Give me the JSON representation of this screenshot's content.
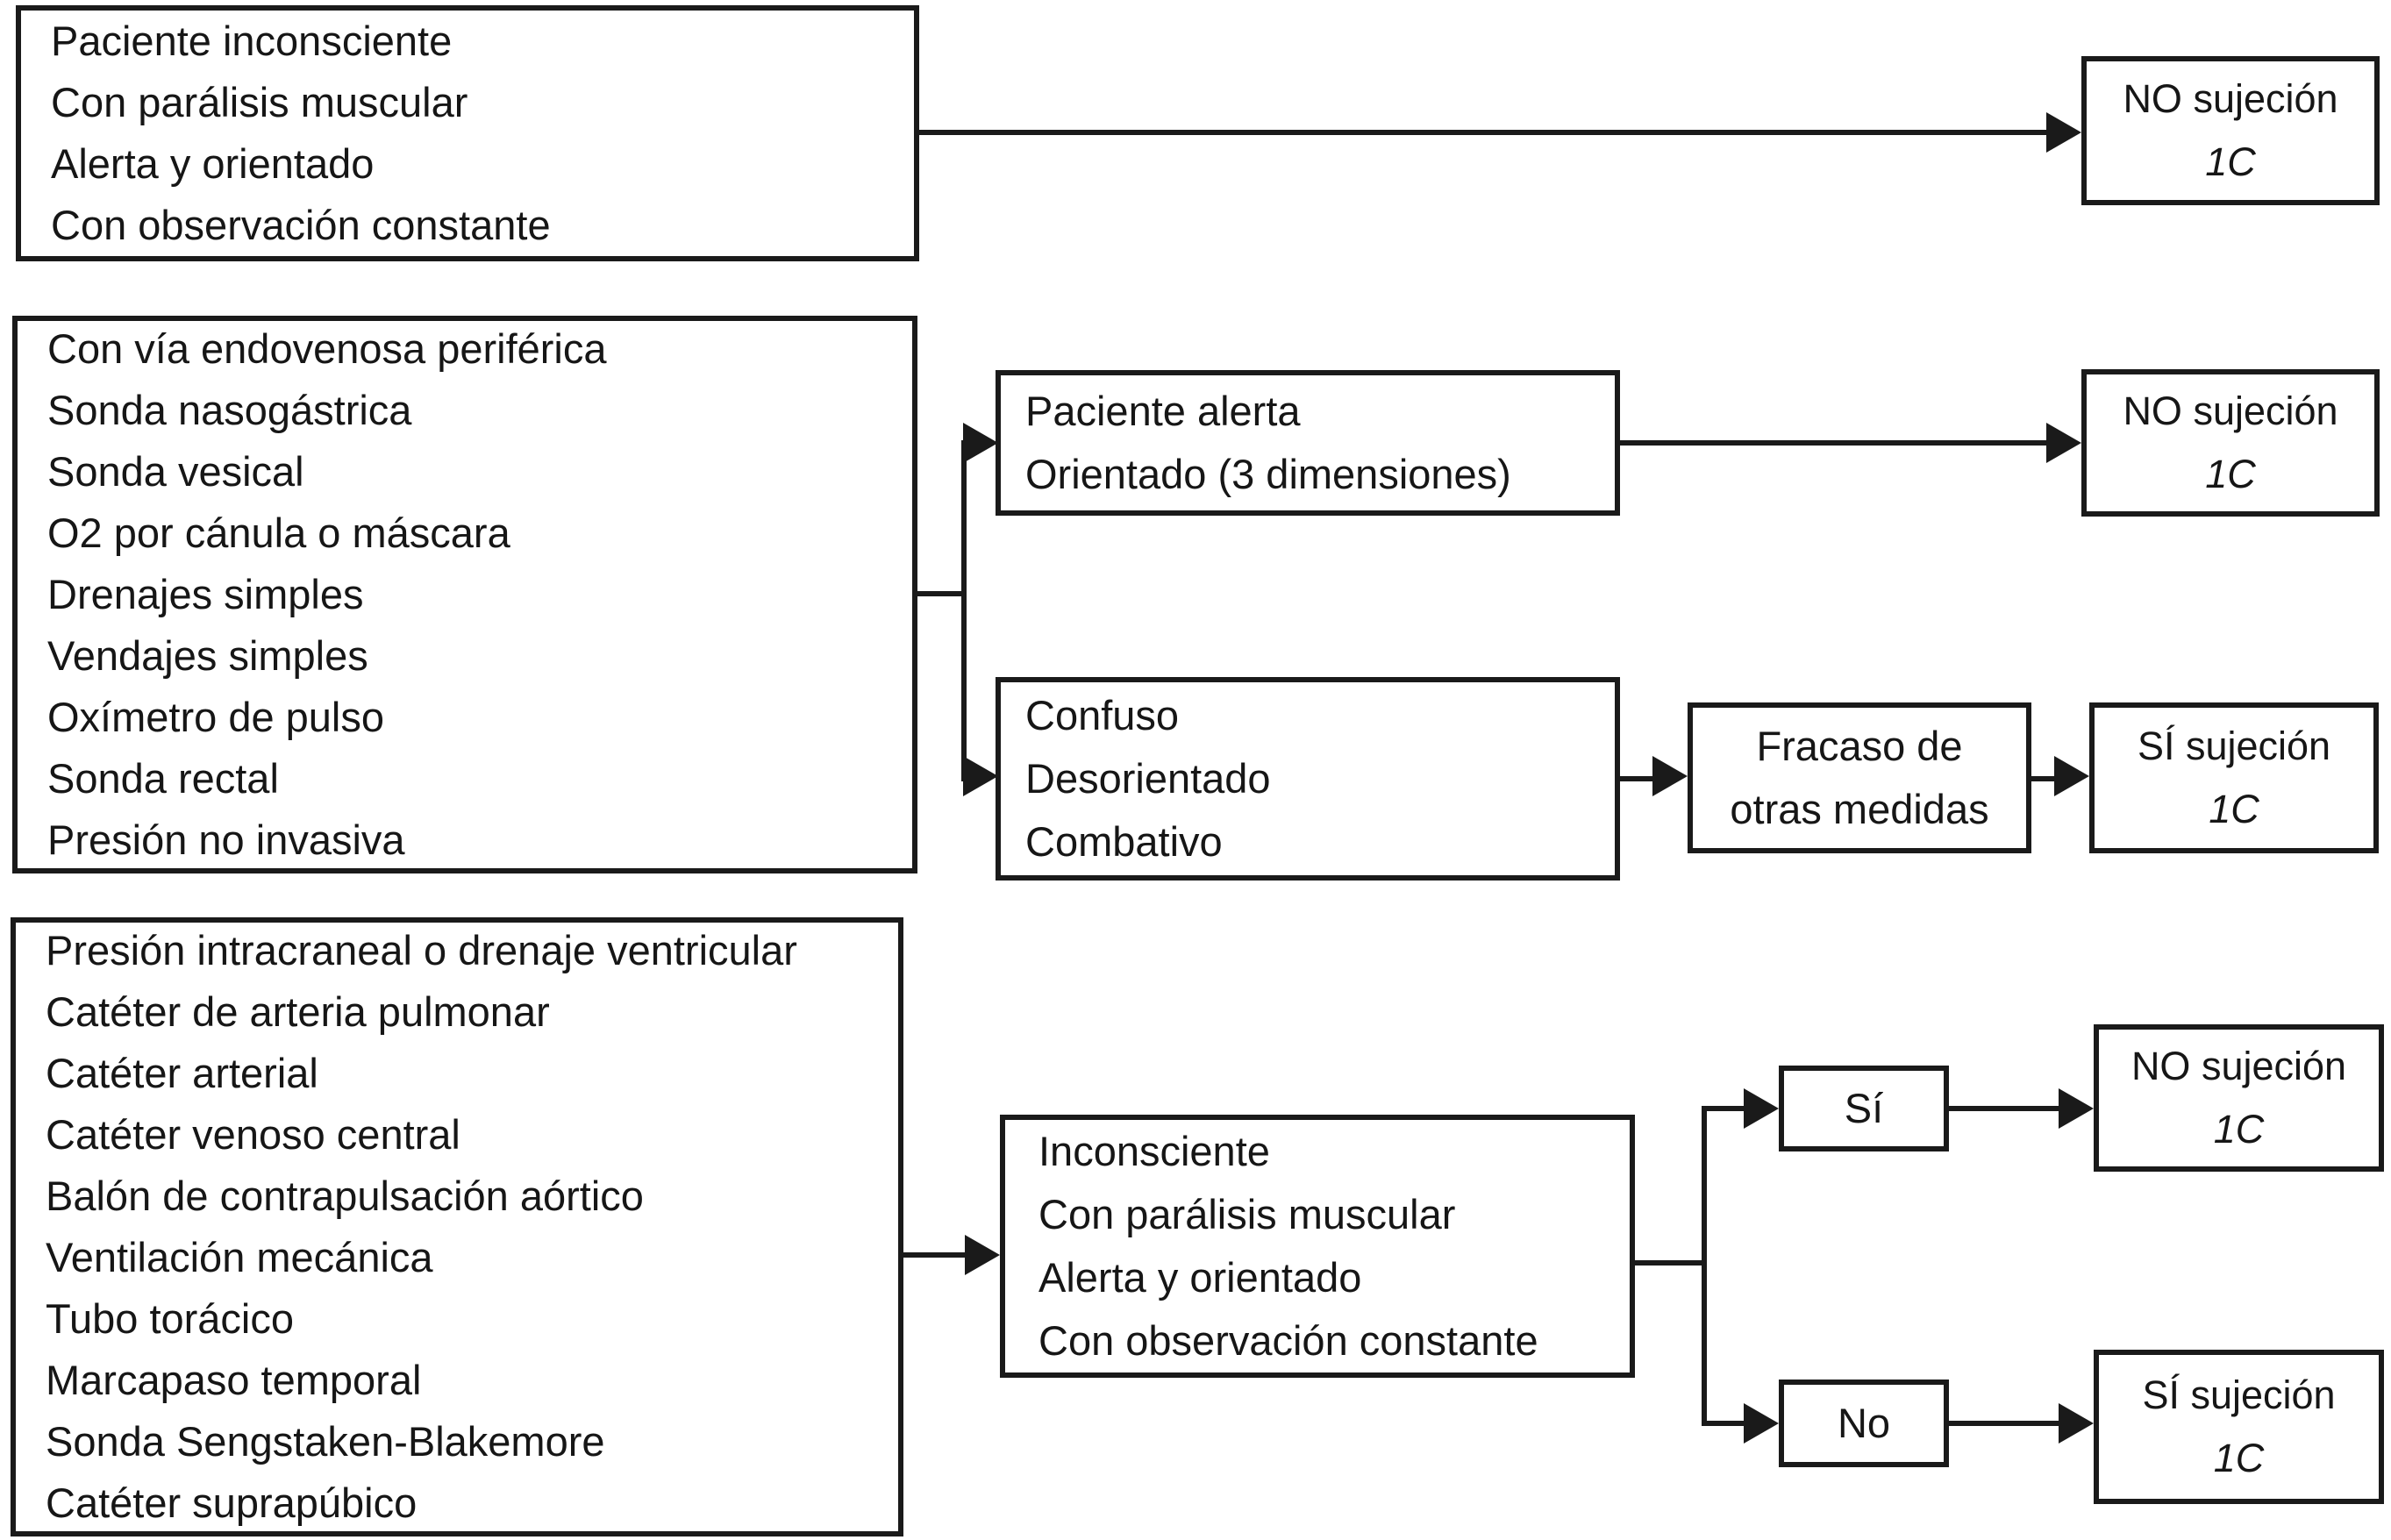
{
  "diagram": {
    "title_hint": "Algoritmo de decisión de sujeción del paciente",
    "colors": {
      "line": "#1a1a1a",
      "background": "#ffffff",
      "text": "#161616"
    },
    "boxes": {
      "monitor_basic": {
        "lines": [
          "Paciente inconsciente",
          "Con parálisis muscular",
          "Alerta y orientado",
          "Con observación constante"
        ]
      },
      "devices_simple": {
        "lines": [
          "Con vía endovenosa periférica",
          "Sonda nasogástrica",
          "Sonda vesical",
          "O2 por cánula o máscara",
          "Drenajes simples",
          "Vendajes simples",
          "Oxímetro de pulso",
          "Sonda rectal",
          "Presión no invasiva"
        ]
      },
      "devices_critical": {
        "lines": [
          "Presión intracraneal o drenaje ventricular",
          "Catéter de arteria pulmonar",
          "Catéter arterial",
          "Catéter venoso central",
          "Balón de contrapulsación aórtico",
          "Ventilación mecánica",
          "Tubo torácico",
          "Marcapaso temporal",
          "Sonda Sengstaken-Blakemore",
          "Catéter suprapúbico"
        ]
      },
      "alert_oriented": {
        "lines": [
          "Paciente alerta",
          "Orientado (3 dimensiones)"
        ]
      },
      "confused": {
        "lines": [
          "Confuso",
          "Desorientado",
          "Combativo"
        ]
      },
      "unconscious_state": {
        "lines": [
          "Inconsciente",
          "Con parálisis muscular",
          "Alerta y orientado",
          "Con observación constante"
        ]
      },
      "failure_other_measures": {
        "lines": [
          "Fracaso de",
          "otras medidas"
        ]
      },
      "yes_node": {
        "label": "Sí"
      },
      "no_node": {
        "label": "No"
      },
      "outcome_no_1": {
        "label": "NO sujeción",
        "grade": "1C"
      },
      "outcome_no_2": {
        "label": "NO sujeción",
        "grade": "1C"
      },
      "outcome_no_3": {
        "label": "NO sujeción",
        "grade": "1C"
      },
      "outcome_yes_1": {
        "label": "SÍ sujeción",
        "grade": "1C"
      },
      "outcome_yes_2": {
        "label": "SÍ sujeción",
        "grade": "1C"
      }
    }
  }
}
